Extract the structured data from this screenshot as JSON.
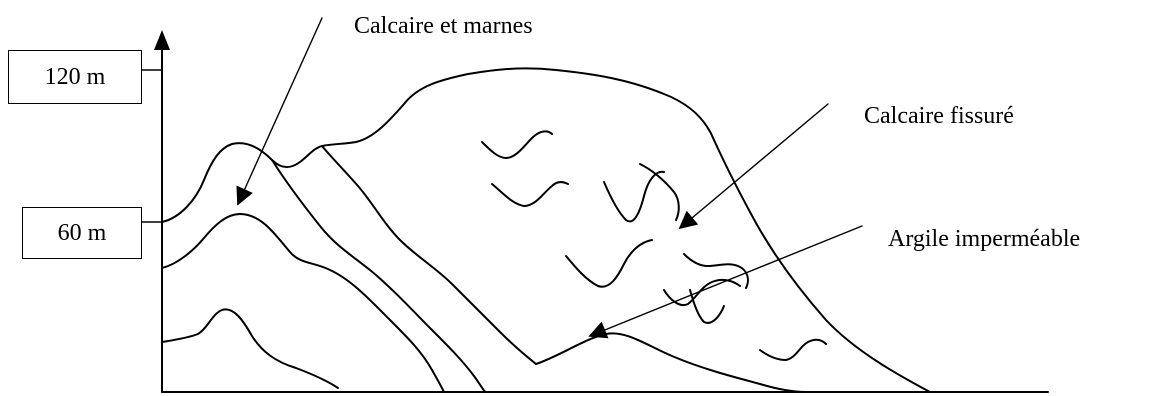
{
  "axis": {
    "altitude_marks": [
      "120 m",
      "60 m"
    ]
  },
  "labels": {
    "limestone_marl": "Calcaire et marnes",
    "fissured_limestone": "Calcaire fissuré",
    "impermeable_clay": "Argile imperméable"
  }
}
